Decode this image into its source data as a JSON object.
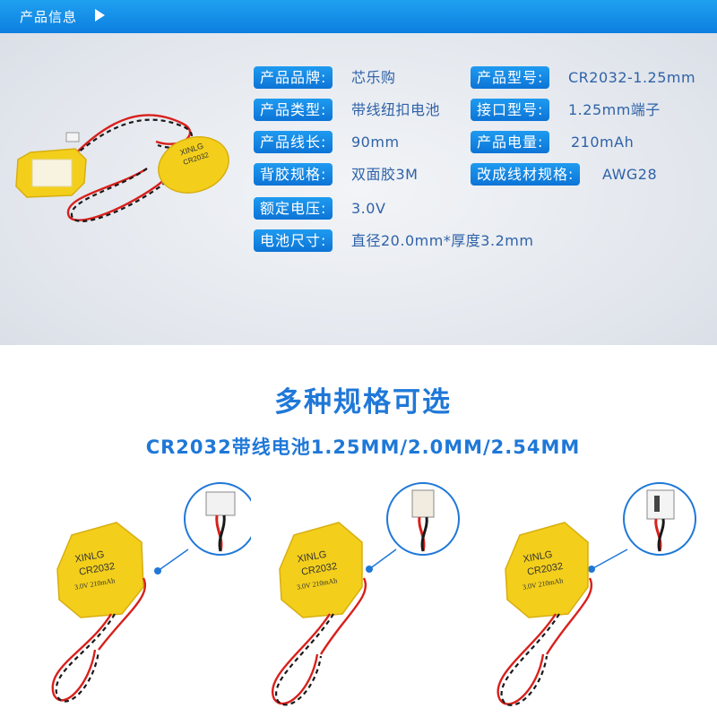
{
  "header": {
    "title": "产品信息"
  },
  "specs": [
    {
      "label": "产品品牌:",
      "value": "芯乐购"
    },
    {
      "label": "产品型号:",
      "value": "CR2032-1.25mm"
    },
    {
      "label": "产品类型:",
      "value": "带线纽扣电池"
    },
    {
      "label": "接口型号:",
      "value": "1.25mm端子"
    },
    {
      "label": "产品线长:",
      "value": "90mm"
    },
    {
      "label": "产品电量:",
      "value": "210mAh"
    },
    {
      "label": "背胶规格:",
      "value": "双面胶3M"
    },
    {
      "label": "改成线材规格:",
      "value": "AWG28"
    },
    {
      "label": "额定电压:",
      "value": "3.0V"
    },
    {
      "label": "电池尺寸:",
      "value": "直径20.0mm*厚度3.2mm"
    }
  ],
  "section": {
    "title": "多种规格可选",
    "subtitle": "CR2032带线电池1.25MM/2.0MM/2.54MM"
  },
  "battery_marking": {
    "brand": "XINLG",
    "model": "CR2032",
    "rating": "3.0V 210mAh"
  },
  "colors": {
    "accent_blue": "#0d7fe0",
    "value_text": "#2f62a8",
    "title_blue": "#1f78d8",
    "battery_yellow": "#f3cf1c",
    "wire_red": "#d8201c",
    "wire_black": "#1a1a1a"
  }
}
